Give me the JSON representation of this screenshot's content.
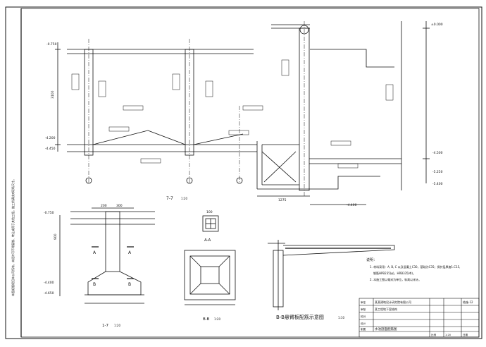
{
  "views": {
    "section_77": {
      "title": "7-7",
      "scale": "1:20"
    },
    "section_aa": {
      "title": "A-A"
    },
    "section_bb": {
      "title": "B-B",
      "scale": "1:20"
    },
    "section_17": {
      "title": "1-7",
      "scale": "1:20"
    },
    "cantilever": {
      "title": "B-B悬臂板配筋示意图",
      "scale": "1:10"
    }
  },
  "elevations": {
    "top_right": "±0.000",
    "top_left": "-0.750",
    "mid_left_1": "-4.200",
    "mid_left_2": "-4.450",
    "right_1": "-4.500",
    "right_2": "-5.250",
    "right_3": "-5.400",
    "bottom_mid": "-4.400",
    "left_a": "-0.750",
    "left_b": "-4.400",
    "left_c": "-4.650"
  },
  "dims": {
    "d3100": "3100",
    "d1275": "1275",
    "d900": "900",
    "d200": "200",
    "d300": "300",
    "d100": "100"
  },
  "notes": {
    "heading": "说明：",
    "line1": "1. 材料采用：A, B, C 以及混凝土C30，基础为C35；保护层厚度1.C15,",
    "line2": "钢筋HPB235(φ)，HRB335(Φ)。",
    "line3": "2. 本施工图以毫米为单位，标高以米计。"
  },
  "title_block": {
    "company": "某某建筑设计研究院有限公司",
    "project": "某工程地下室结构",
    "drawing": "水池剖面配筋图",
    "row_labels": [
      "审定",
      "审核",
      "校对",
      "设计",
      "制图"
    ],
    "code": "结施-12",
    "scale_label": "比例",
    "scale": "1:20",
    "date_label": "日期"
  },
  "side_note": "本图纸版权归本公司所有，未经许可不得复制、转让或用于其他工程。施工前请核对现场尺寸。"
}
